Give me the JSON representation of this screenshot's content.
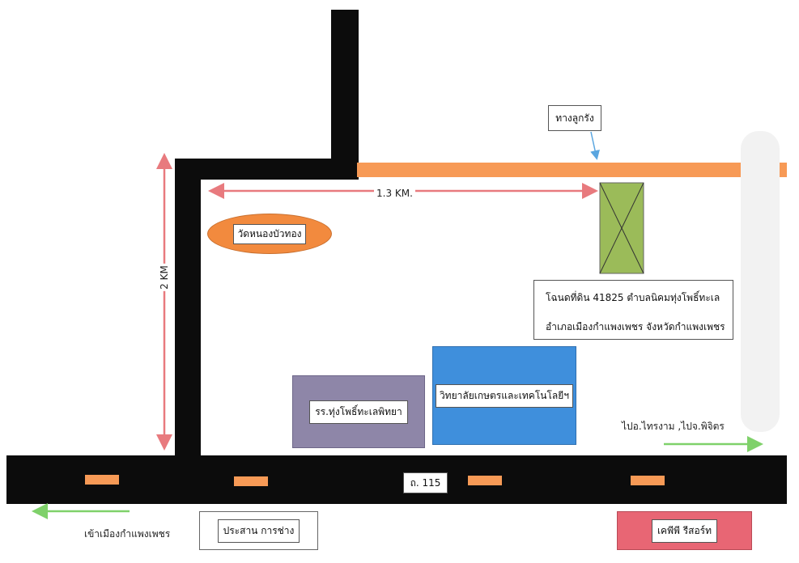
{
  "labels": {
    "lukrang_road": "ทางลูกรัง",
    "distance_horizontal": "1.3 KM.",
    "distance_vertical": "2 KM",
    "temple": "วัดหนองบัวทอง",
    "deed_line1": "โฉนดที่ดิน 41825  ตำบลนิคมทุ่งโพธิ์ทะเล",
    "deed_line2": "อำเภอเมืองกำแพงเพชร  จังหวัดกำแพงเพชร",
    "school": "รร.ทุ่งโพธิ์ทะเลพิทยา",
    "college": "วิทยาลัยเกษตรและเทคโนโลยีฯ",
    "to_phitsanulok": "ไปอ.ไทรงาม ,ไปจ.พิจิตร",
    "highway": "ถ. 115",
    "to_city": "เข้าเมืองกำแพงเพชร",
    "prasan": "ประสาน การช่าง",
    "kp_resort": "เคพีพี รีสอร์ท"
  },
  "colors": {
    "road": "#0c0c0c",
    "orange_road": "#f79a56",
    "temple": "#f28a3e",
    "land_plot": "#9bbb59",
    "school": "#8e86a8",
    "college": "#3f8fdc",
    "resort": "#e86674",
    "arrow_red": "#e87a7e",
    "arrow_green": "#7fd16a"
  }
}
